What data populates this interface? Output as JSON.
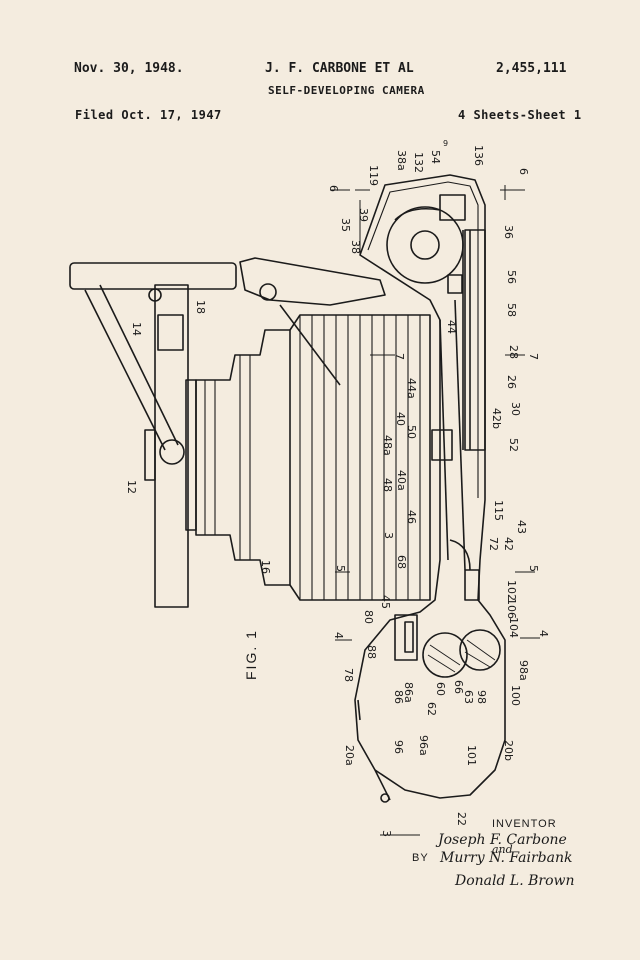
{
  "header": {
    "top_left_cut": "Nov. 30, 1948.",
    "top_center_cut": "J. F. CARBONE ET AL",
    "top_right_cut": "2,455,111",
    "title": "SELF-DEVELOPING CAMERA",
    "filed": "Filed Oct. 17, 1947",
    "sheets": "4 Sheets-Sheet 1"
  },
  "figure": {
    "label": "FIG. 1"
  },
  "signature": {
    "inventor_label": "INVENTOR",
    "by_label": "BY",
    "name1": "Joseph F. Carbone",
    "and": "and",
    "name2": "Murry N. Fairbank",
    "attorney": "Donald L. Brown"
  },
  "refs": [
    "6",
    "119",
    "38a",
    "132",
    "54",
    "9",
    "136",
    "6",
    "35",
    "39",
    "38",
    "36",
    "56",
    "58",
    "18",
    "14",
    "44",
    "28",
    "7",
    "7",
    "44a",
    "40",
    "26",
    "30",
    "42b",
    "50",
    "48a",
    "52",
    "48",
    "40a",
    "12",
    "115",
    "46",
    "43",
    "42",
    "3",
    "72",
    "68",
    "102",
    "5",
    "5",
    "106",
    "16",
    "45",
    "104",
    "80",
    "4",
    "4",
    "88",
    "98a",
    "78",
    "60",
    "62",
    "66",
    "63",
    "98",
    "86",
    "86a",
    "100",
    "20a",
    "96",
    "96a",
    "101",
    "20b",
    "22",
    "3"
  ]
}
